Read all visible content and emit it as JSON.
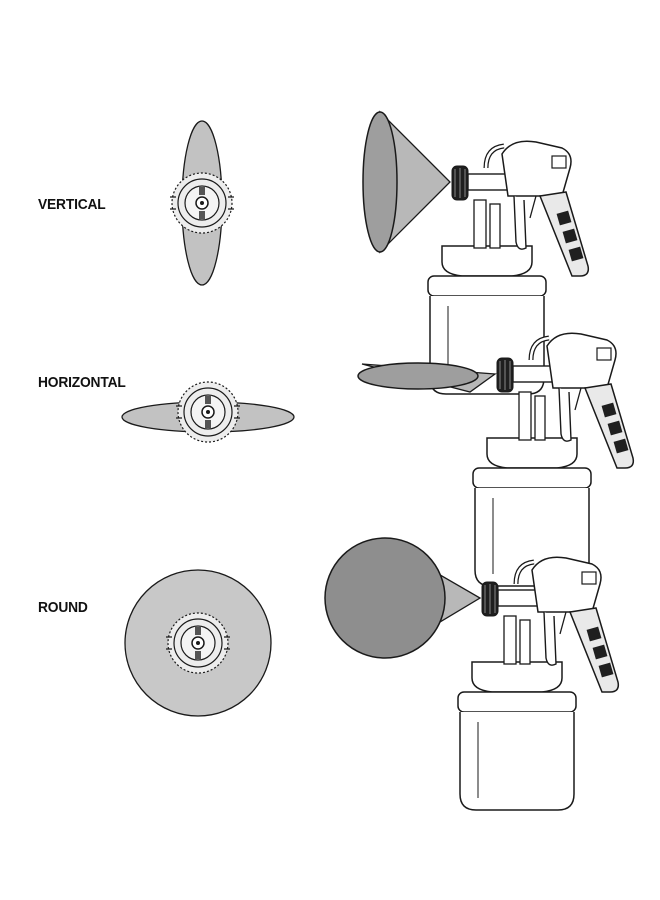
{
  "rows": [
    {
      "label": "VERTICAL"
    },
    {
      "label": "HORIZONTAL"
    },
    {
      "label": "ROUND"
    }
  ],
  "colors": {
    "spray_fill": "#bdbdbd",
    "spray_dark": "#9a9a9a",
    "line": "#1a1a1a",
    "background": "#ffffff"
  }
}
